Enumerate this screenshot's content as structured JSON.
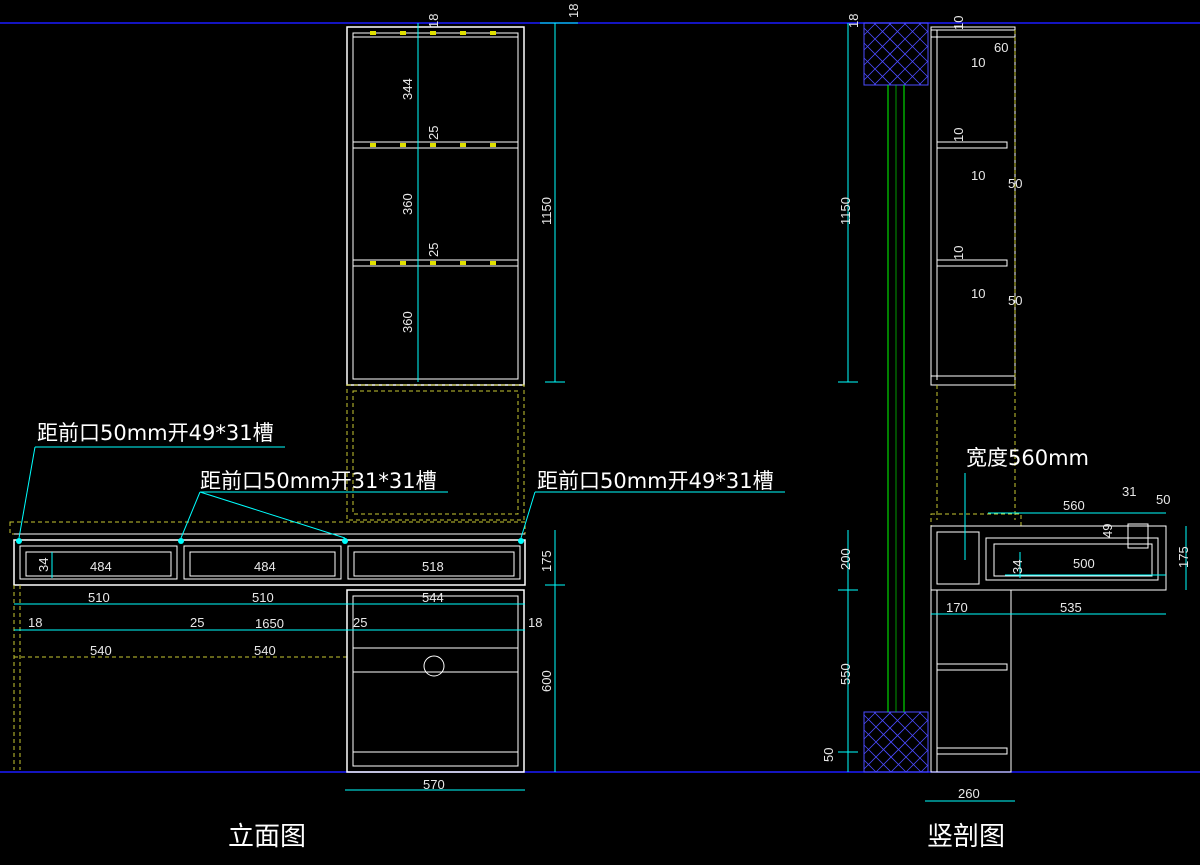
{
  "views": {
    "elevation": {
      "caption": "立面图",
      "notes": {
        "groove_left": "距前口50mm开49*31槽",
        "groove_mid": "距前口50mm开31*31槽",
        "groove_right": "距前口50mm开49*31槽"
      },
      "dims": {
        "shelf_top_board": "18",
        "shelf_bay_1": "344",
        "shelf_board_2": "25",
        "shelf_bay_2": "360",
        "shelf_board_3": "25",
        "shelf_bay_3": "360",
        "cabinet_height": "1150",
        "top_thickness": "18",
        "drawer_face_height": "34",
        "drawer_1_width": "484",
        "drawer_2_width": "484",
        "drawer_3_width": "518",
        "desk_height": "175",
        "bay_1_width": "510",
        "bay_2_width": "510",
        "bay_3_width": "544",
        "side_left": "18",
        "divider_1": "25",
        "total_width": "1650",
        "divider_2": "25",
        "side_right": "18",
        "lower_1": "540",
        "lower_2": "540",
        "pedestal_height": "600",
        "pedestal_width": "570"
      }
    },
    "section": {
      "caption": "竖剖图",
      "notes": {
        "depth_note": "宽度560mm"
      },
      "dims": {
        "top_board": "18",
        "cabinet_height": "1150",
        "desk_gap": "200",
        "lower_height": "550",
        "base_height": "50",
        "groove_a": "10",
        "groove_b": "60",
        "groove_c": "10",
        "groove_d": "10",
        "groove_e": "10",
        "groove_f": "50",
        "groove_g": "10",
        "groove_h": "10",
        "groove_i": "50",
        "desk_depth": "560",
        "slot_31": "31",
        "slot_50": "50",
        "slot_49": "49",
        "drawer_face": "34",
        "drawer_depth": "500",
        "desk_height": "175",
        "left_part": "170",
        "right_part": "535",
        "overall_depth": "260"
      }
    }
  },
  "colors": {
    "background": "#000000",
    "frame": "#ffffff",
    "hidden_line": "#c8c832",
    "dimension": "#00ffff",
    "axis_line": "#1a1aff",
    "green_line": "#00ff00"
  }
}
